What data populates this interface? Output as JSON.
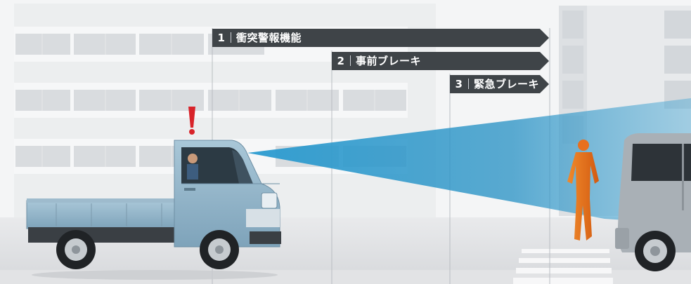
{
  "stages": [
    {
      "number": "1",
      "label": "衝突警報機能"
    },
    {
      "number": "2",
      "label": "事前ブレーキ"
    },
    {
      "number": "3",
      "label": "緊急ブレーキ"
    }
  ],
  "icons": {
    "warning": "exclamation-mark-icon",
    "sensor_beam": "sensor-beam-icon"
  },
  "colors": {
    "arrow": "#3f4448",
    "beam": "#1f8fc4",
    "truck_body": "#8fb3c9",
    "pedestrian": "#e8701e",
    "warning": "#d8232a"
  }
}
